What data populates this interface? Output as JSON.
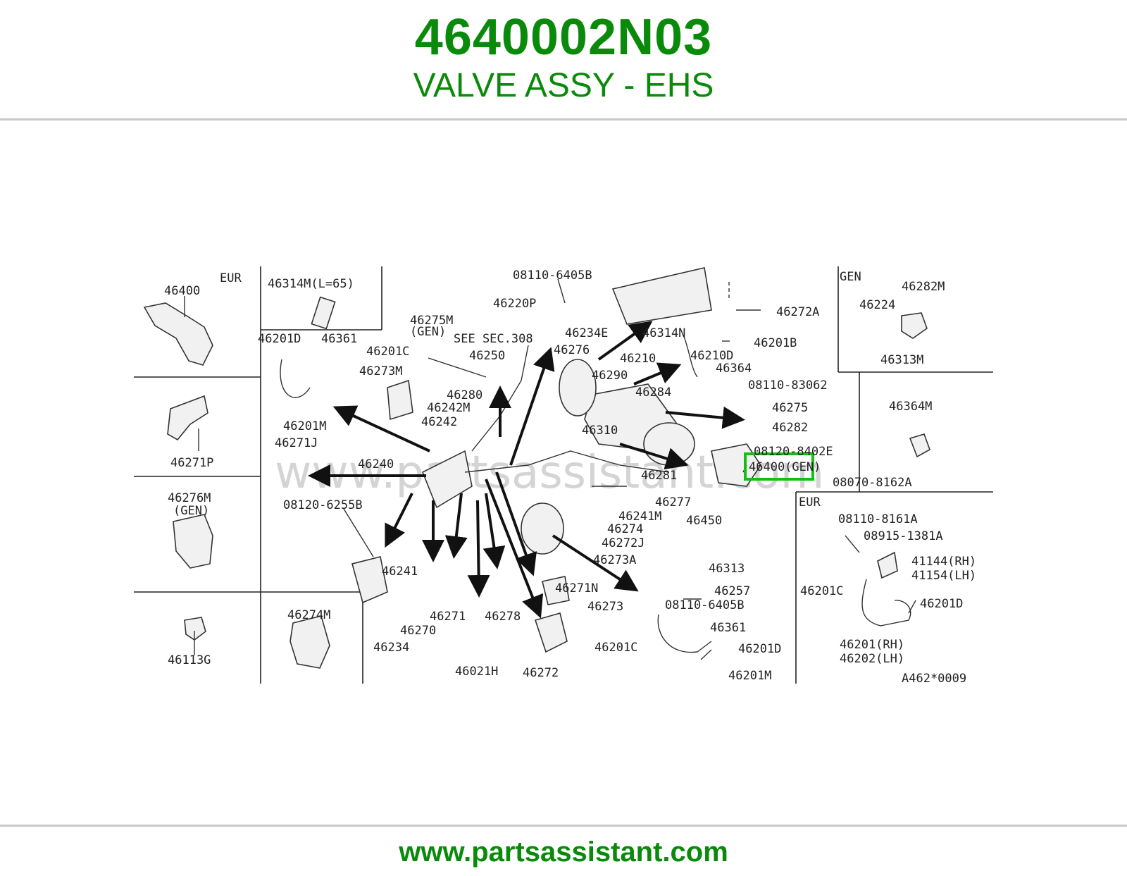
{
  "header": {
    "part_number": "4640002N03",
    "title": "VALVE ASSY - EHS"
  },
  "footer": {
    "url": "www.partsassistant.com"
  },
  "diagram": {
    "watermark": "www.partsassistant.com",
    "highlight_color": "#12c012",
    "brand_color": "#0a8a0a",
    "left_panel": {
      "eur_tag": "EUR",
      "labels": [
        "46400",
        "46271P",
        "46276M",
        "(GEN)",
        "46113G",
        "46274M",
        "46314M(L=65)"
      ]
    },
    "right_panel": {
      "gen_tag": "GEN",
      "eur_tag": "EUR",
      "labels": [
        "46282M",
        "46224",
        "46313M",
        "46364M",
        "08110-8161A",
        "08915-1381A",
        "41144(RH)",
        "41154(LH)",
        "46201C",
        "46201D",
        "46201(RH)",
        "46202(LH)",
        "A462*0009"
      ]
    },
    "highlighted_label": "46400(GEN)",
    "labels": [
      "08110-6405B",
      "46220P",
      "46234E",
      "46272A",
      "46314N",
      "46201B",
      "46210",
      "46210D",
      "46364",
      "08110-83062",
      "46275",
      "46282",
      "46284",
      "46290",
      "46276",
      "46310",
      "08120-8402E",
      "08070-8162A",
      "46281",
      "46277",
      "46241M",
      "46274",
      "46450",
      "46272J",
      "46273A",
      "46313",
      "46257",
      "08110-6405B",
      "46361",
      "46201D",
      "46201M",
      "46201C",
      "46272",
      "46271N",
      "46273",
      "46278",
      "46021H",
      "46271",
      "46270",
      "46234",
      "46241",
      "08120-6255B",
      "46240",
      "46271J",
      "46201M",
      "46201D",
      "46361",
      "46201C",
      "46273M",
      "46275M",
      "(GEN)",
      "SEE SEC.308",
      "46250",
      "46280",
      "46242M",
      "46242"
    ]
  }
}
